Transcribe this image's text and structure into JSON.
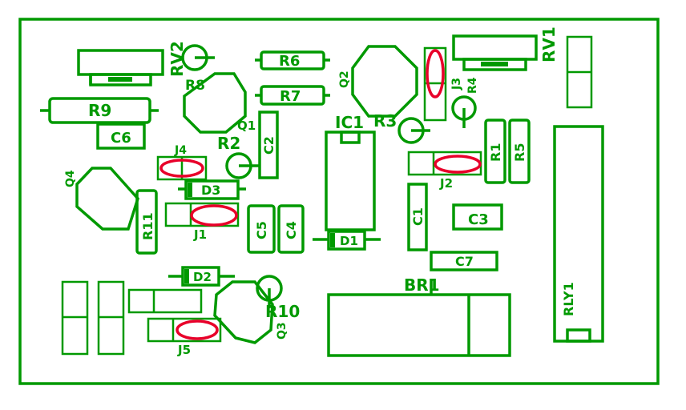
{
  "colors": {
    "silkscreen": "#009900",
    "jumper_mark": "#e8002a",
    "background": "#ffffff"
  },
  "labels": {
    "rv2": "RV2",
    "r8": "R8",
    "r6": "R6",
    "q2": "Q2",
    "rv1": "RV1",
    "r9": "R9",
    "r7": "R7",
    "j3": "J3",
    "r4": "R4",
    "q1": "Q1",
    "ic1": "IC1",
    "r3": "R3",
    "c6": "C6",
    "c2": "C2",
    "r2": "R2",
    "j4": "J4",
    "r1": "R1",
    "r5": "R5",
    "q4": "Q4",
    "d3": "D3",
    "j2": "J2",
    "r11": "R11",
    "c5": "C5",
    "c4": "C4",
    "c1": "C1",
    "c3": "C3",
    "j1": "J1",
    "d1": "D1",
    "c7": "C7",
    "rly1": "RLY1",
    "d2": "D2",
    "br1": "BR1",
    "r10": "R10",
    "q3": "Q3",
    "j5": "J5"
  }
}
